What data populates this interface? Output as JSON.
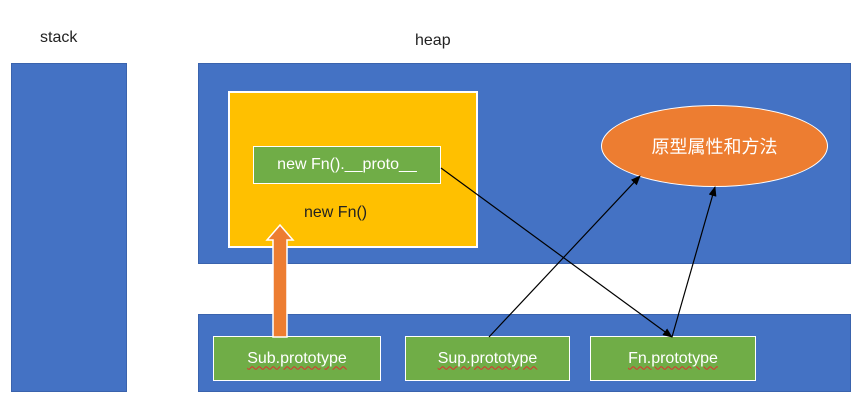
{
  "labels": {
    "stack": "stack",
    "heap": "heap"
  },
  "heap": {
    "instance_box": {
      "proto_node": "new Fn().__proto__",
      "instance_label": "new Fn()"
    },
    "prototype_methods": "原型属性和方法"
  },
  "prototypes": {
    "sub": "Sub.prototype",
    "sup": "Sup.prototype",
    "fn": "Fn.prototype"
  },
  "colors": {
    "region_blue": "#4472c4",
    "instance_yellow": "#ffc000",
    "node_green": "#70ad47",
    "ellipse_orange": "#ed7d31",
    "big_arrow_orange": "#ed7d31"
  }
}
